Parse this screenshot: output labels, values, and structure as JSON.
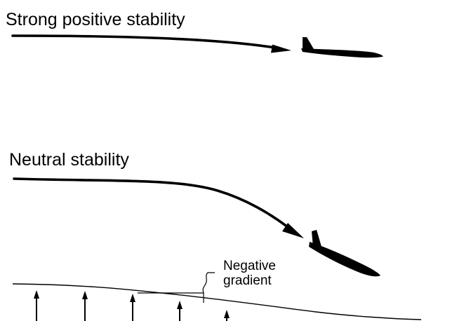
{
  "diagram": {
    "sections": [
      {
        "title": "Strong positive stability"
      },
      {
        "title": "Neutral stability"
      }
    ],
    "annotation": {
      "line1": "Negative",
      "line2": "gradient"
    },
    "colors": {
      "ink": "#000000",
      "background": "#ffffff"
    }
  }
}
